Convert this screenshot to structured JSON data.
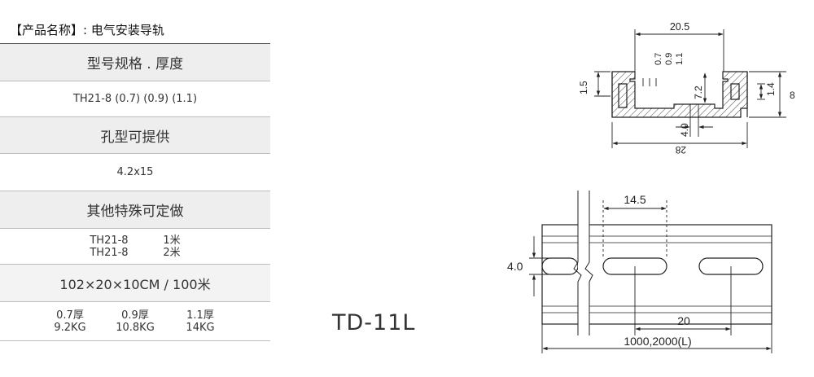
{
  "product": {
    "title": "【产品名称】: 电气安装导轨"
  },
  "spec_table": {
    "header_model": "型号规格 . 厚度",
    "model_value": "TH21-8  (0.7) (0.9) (1.1)",
    "header_holes": "孔型可提供",
    "holes_value": "4.2x15",
    "header_custom": "其他特殊可定做",
    "custom_rows": [
      {
        "model": "TH21-8",
        "length": "1米"
      },
      {
        "model": "TH21-8",
        "length": "2米"
      }
    ],
    "packing": "102×20×10CM  /  100米",
    "thickness_labels": [
      "0.7厚",
      "0.9厚",
      "1.1厚"
    ],
    "weight_values": [
      "9.2KG",
      "10.8KG",
      "14KG"
    ]
  },
  "model_code": "TD-11L",
  "cross_section": {
    "top_width": "20.5",
    "thickness_options": [
      "0.7",
      "0.9",
      "1.1"
    ],
    "side_height": "1.5",
    "inner_height": "7.2",
    "right_step": "1.4",
    "total_height": "8",
    "slot_gap": "4.0",
    "bottom_width": "28"
  },
  "rail_view": {
    "slot_length": "14.5",
    "slot_width": "4.0",
    "pitch": "20",
    "length_label": "1000,2000(L)"
  }
}
